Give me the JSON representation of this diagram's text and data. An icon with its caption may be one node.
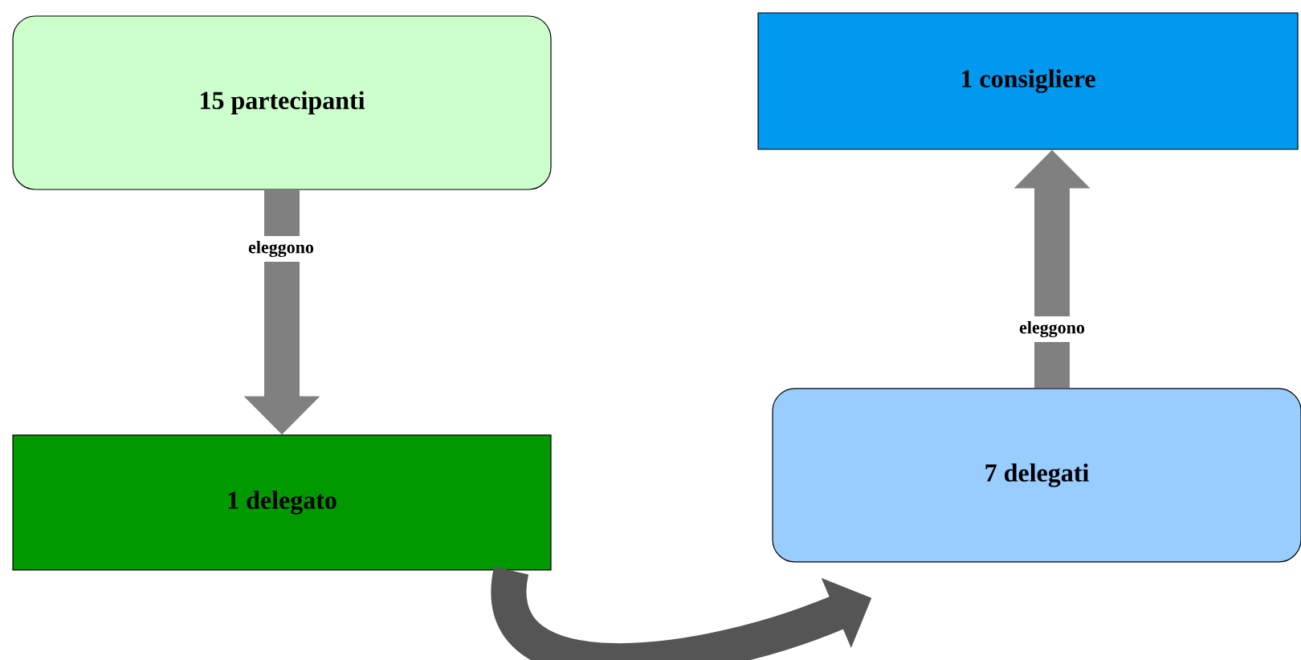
{
  "diagram": {
    "nodes": [
      {
        "text": [
          "15 partecipanti"
        ]
      },
      {
        "text": [
          "1 delegato"
        ]
      },
      {
        "text": [
          "7 delegati"
        ]
      },
      {
        "text": [
          "1 consigliere"
        ]
      }
    ],
    "edges": [
      {
        "from": 0,
        "to": 1,
        "arrow": "to",
        "label": "eleggono"
      },
      {
        "from": 1,
        "to": 2,
        "arrow": "to",
        "color": "#555555"
      },
      {
        "from": 2,
        "to": 3,
        "arrow": "to",
        "label": "eleggono"
      }
    ]
  }
}
